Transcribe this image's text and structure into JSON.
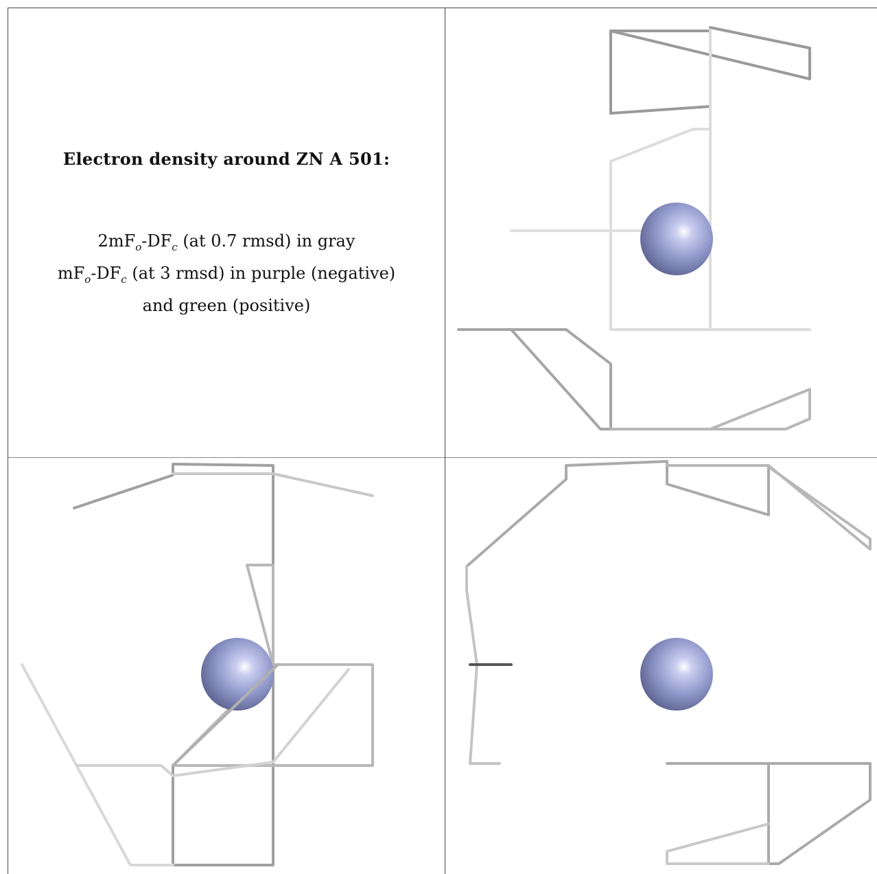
{
  "text_panel": {
    "title": "Electron density around ZN A 501:",
    "line1_a": "2mF",
    "line1_sub1": "o",
    "line1_b": "-DF",
    "line1_sub2": "c",
    "line1_c": " (at 0.7 rmsd) in gray",
    "line2_a": "mF",
    "line2_sub1": "o",
    "line2_b": "-DF",
    "line2_sub2": "c",
    "line2_c": " (at 3 rmsd) in purple (negative)",
    "line3": "and green (positive)"
  },
  "colors": {
    "zinc_atom": "#8e96c8",
    "density_mesh": "#b8b8b8",
    "border": "#444444"
  },
  "views": [
    {
      "name": "view-top-right",
      "atom": "ZN"
    },
    {
      "name": "view-bottom-left",
      "atom": "ZN"
    },
    {
      "name": "view-bottom-right",
      "atom": "ZN"
    }
  ]
}
